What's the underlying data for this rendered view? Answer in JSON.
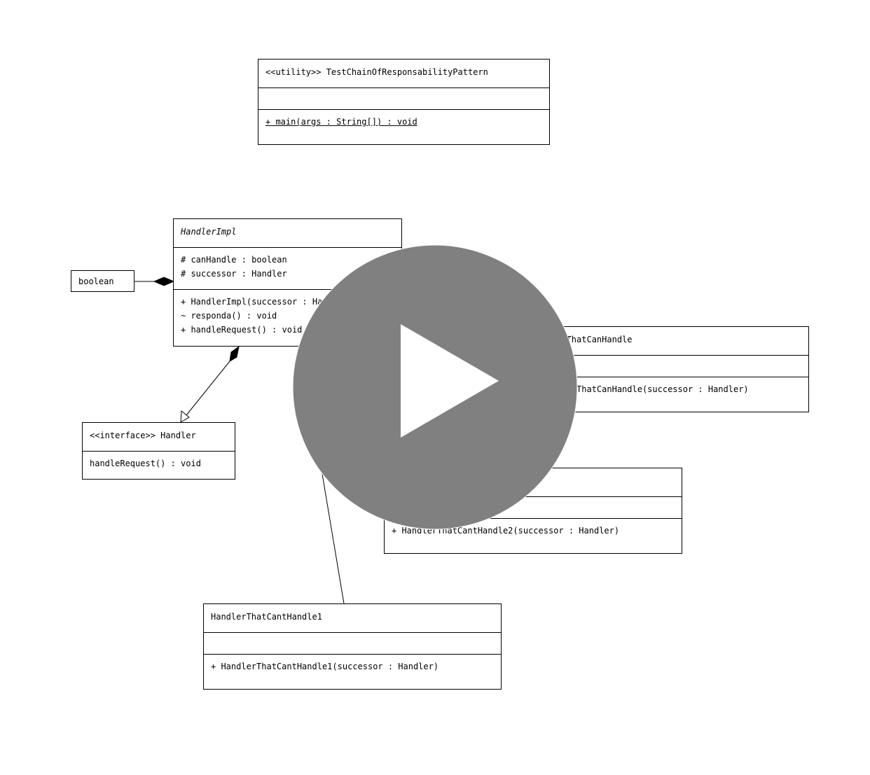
{
  "classes": {
    "test": {
      "title": "<<utility>> TestChainOfResponsabilityPattern",
      "operations": [
        "+ main(args : String[]) : void"
      ]
    },
    "handler_impl": {
      "title": "HandlerImpl",
      "attributes": [
        "# canHandle : boolean",
        "# successor : Handler"
      ],
      "operations": [
        "+ HandlerImpl(successor : Handler)",
        "~ responda() : void",
        "+ handleRequest() : void"
      ]
    },
    "boolean": {
      "title": "boolean"
    },
    "handler": {
      "title": "<<interface>> Handler",
      "operations": [
        "handleRequest() : void"
      ]
    },
    "can_handle": {
      "title": "HandlerThatCanHandle",
      "operations": [
        "+ HandlerThatCanHandle(successor : Handler)"
      ]
    },
    "cant_handle2": {
      "title": "HandlerThatCantHandle2",
      "operations": [
        "+ HandlerThatCantHandle2(successor : Handler)"
      ]
    },
    "cant_handle1": {
      "title": "HandlerThatCantHandle1",
      "operations": [
        "+ HandlerThatCantHandle1(successor : Handler)"
      ]
    }
  },
  "overlay": {
    "icon": "play-icon",
    "circle_color": "#808080",
    "triangle_color": "#ffffff"
  }
}
